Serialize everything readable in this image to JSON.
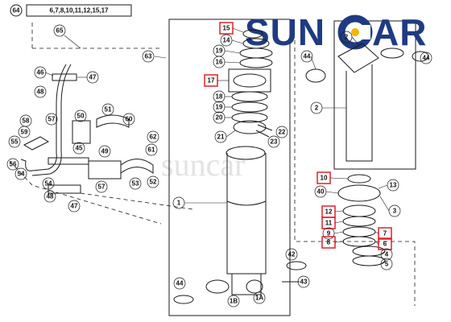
{
  "brand": {
    "text_a": "SUN",
    "text_b": "AR",
    "watermark": "suncar"
  },
  "kit": {
    "number": "64",
    "list": "6,7,8,10,11,12,15,17"
  },
  "labels": {
    "l65": "65",
    "l63": "63",
    "l46": "46",
    "l47": "47",
    "l48": "48",
    "l51": "51",
    "l50": "50",
    "l57": "57",
    "l58": "58",
    "l59": "59",
    "l60": "60",
    "l61": "61",
    "l62": "62",
    "l55": "55",
    "l56": "56",
    "l54": "54",
    "l45": "45",
    "l49": "49",
    "l53": "53",
    "l52": "52",
    "l48b": "48",
    "l47b": "47",
    "l57b": "57",
    "l15": "15",
    "l14": "14",
    "l19": "19",
    "l16": "16",
    "l17": "17",
    "l18": "18",
    "l19b": "19",
    "l20": "20",
    "l21": "21",
    "l22": "22",
    "l23": "23",
    "l1": "1",
    "l1b": "1B",
    "l1a": "1A",
    "l44": "44",
    "l43": "43",
    "l42": "42",
    "l44r": "44",
    "l2": "2",
    "l2b": "2",
    "l44rr": "44",
    "l10": "10",
    "l40": "40",
    "l13": "13",
    "l3": "3",
    "l12": "12",
    "l11": "11",
    "l9": "9",
    "l8": "8",
    "l7": "7",
    "l6": "6",
    "l4": "4",
    "l5": "5"
  },
  "highlighted": [
    "15",
    "17",
    "10",
    "12",
    "11",
    "8",
    "7",
    "6"
  ]
}
